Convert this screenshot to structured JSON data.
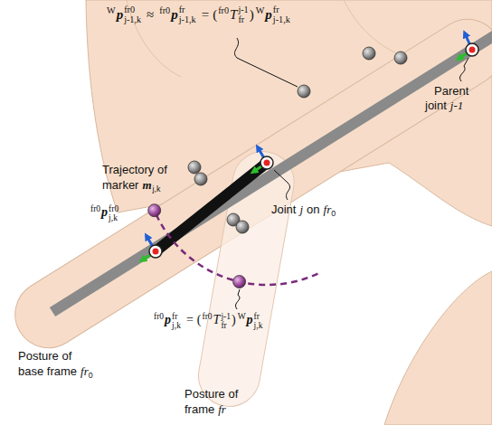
{
  "diagram": {
    "labels": [
      "W",
      "p",
      "fr0",
      "j-1,k",
      "≈",
      "fr0",
      "p",
      "fr",
      "j-1,k",
      "=",
      "(",
      "fr0",
      "T",
      "j-1",
      "fr",
      ")",
      "W",
      "p",
      "fr",
      "j-1,k",
      "Parent",
      "joint",
      "j-1",
      "Trajectory of",
      "marker",
      "m",
      "j,k",
      "fr0",
      "p",
      "fr0",
      "j,k",
      "Joint",
      "j",
      "on",
      "fr",
      "0",
      "Posture of",
      "base frame",
      "fr",
      "0",
      "fr0",
      "p",
      "fr",
      "j,k",
      "=",
      "(",
      "fr0",
      "T",
      "j-1",
      "fr",
      ")",
      "W",
      "p",
      "fr",
      "j,k",
      "Posture of",
      "frame",
      "fr"
    ]
  }
}
